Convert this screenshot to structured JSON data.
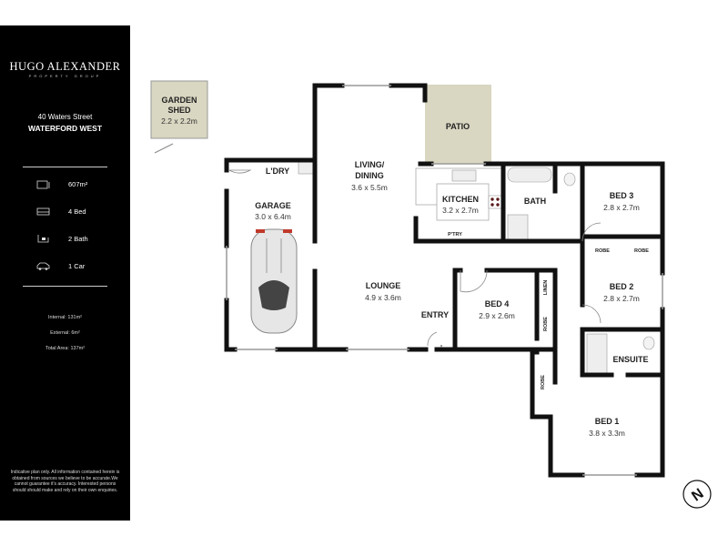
{
  "brand": {
    "name": "HUGO ALEXANDER",
    "sub": "PROPERTY GROUP"
  },
  "address": {
    "street": "40 Waters Street",
    "suburb": "WATERFORD WEST"
  },
  "stats": [
    {
      "icon": "land-icon",
      "label": "607m²"
    },
    {
      "icon": "bed-icon",
      "label": "4 Bed"
    },
    {
      "icon": "bath-icon",
      "label": "2 Bath"
    },
    {
      "icon": "car-icon",
      "label": "1 Car"
    }
  ],
  "areas": {
    "internal": "Internal: 131m²",
    "external": "External: 6m²",
    "total": "Total Area: 137m²"
  },
  "disclaimer": "Indicative plan only. All information contained herein is obtained from sources we believe to be accurate.We cannot guarantee it's accuracy. Interested persons should should make and rely on their own enquiries.",
  "rooms": {
    "shed": {
      "name1": "GARDEN",
      "name2": "SHED",
      "dim": "2.2 x 2.2m"
    },
    "patio": {
      "name": "PATIO"
    },
    "laundry": {
      "name": "L'DRY"
    },
    "garage": {
      "name": "GARAGE",
      "dim": "3.0 x 6.4m"
    },
    "living": {
      "name1": "LIVING/",
      "name2": "DINING",
      "dim": "3.6 x 5.5m"
    },
    "kitchen": {
      "name": "KITCHEN",
      "dim": "3.2 x 2.7m"
    },
    "pantry": {
      "name": "P'TRY"
    },
    "bath": {
      "name": "BATH"
    },
    "bed3": {
      "name": "BED 3",
      "dim": "2.8 x 2.7m"
    },
    "robe_a": {
      "name": "ROBE"
    },
    "robe_b": {
      "name": "ROBE"
    },
    "bed2": {
      "name": "BED 2",
      "dim": "2.8 x 2.7m"
    },
    "lounge": {
      "name": "LOUNGE",
      "dim": "4.9 x 3.6m"
    },
    "entry": {
      "name": "ENTRY"
    },
    "bed4": {
      "name": "BED 4",
      "dim": "2.9 x 2.6m"
    },
    "linen": {
      "name": "LINEN"
    },
    "robe_c": {
      "name": "ROBE"
    },
    "robe_d": {
      "name": "ROBE"
    },
    "ensuite": {
      "name": "ENSUITE"
    },
    "bed1": {
      "name": "BED 1",
      "dim": "3.8 x 3.3m"
    }
  },
  "compass": {
    "label": "N"
  },
  "colors": {
    "sidebar": "#000000",
    "patio": "#d9d6c1",
    "wall": "#111111"
  }
}
